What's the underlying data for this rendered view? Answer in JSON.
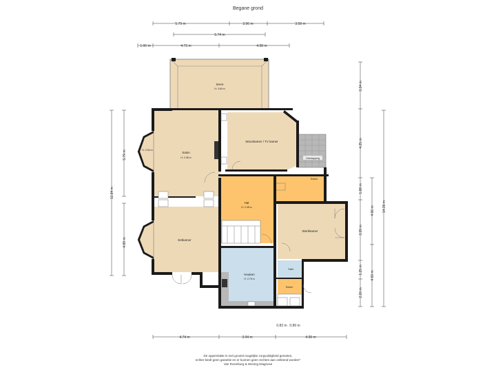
{
  "title": "Begane grond",
  "colors": {
    "beige": "#EED9B7",
    "orange": "#FDC46D",
    "blue": "#CADFEB",
    "wall": "#1a1a1a",
    "stone": "#b8b8b8"
  },
  "dimensions": {
    "top_row1": [
      "5.79 m",
      "3.96 m",
      "3.58 m"
    ],
    "top_row2": [
      "6.74 m"
    ],
    "top_row3": [
      "1.06 m",
      "4.73 m",
      "4.98 m"
    ],
    "left": [
      "11.84 m",
      "5.79 m",
      "4.89 m"
    ],
    "right_row1": [
      "3.34 m",
      "4.25 m",
      "1.88 m",
      "3.99 m",
      "1.25 m",
      "2.20 m"
    ],
    "right_row2": [
      "4.96 m",
      "4.50 m"
    ],
    "right_row3": [
      "14.36 m"
    ],
    "bottom_small": [
      "0.83 m",
      "0.89 m"
    ],
    "bottom": [
      "4.74 m",
      "3.94 m",
      "4.98 m"
    ]
  },
  "rooms": {
    "serre": {
      "name": "Serre",
      "height": "H: 2.60 m"
    },
    "salon": {
      "name": "Salon",
      "height": "H: 2.38 m"
    },
    "bay_salon": {
      "height": "H: 2.54 m"
    },
    "woonkamer_tv": {
      "name": "Woonkamer / TV kamer"
    },
    "overkapping": {
      "name": "Overkapping"
    },
    "entree": {
      "name": "Entree"
    },
    "hal": {
      "name": "Hal",
      "height": "H: 2.48 m"
    },
    "eetkamer": {
      "name": "Eetkamer"
    },
    "werkkamer": {
      "name": "Werkkamer"
    },
    "toilet": {
      "name": "Toilet"
    },
    "keuken": {
      "name": "Keuken",
      "height": "H: 2.75 m"
    },
    "entree2": {
      "name": "Entree"
    }
  },
  "disclaimer": [
    "De oppervlakte is met grootst mogelijke zorgvuldigheid gemeten,",
    "echter biedt geen garantie en er kunnen geen rechten aan ontleend worden*",
    "Van Rosmburg & Woning Diagnose"
  ]
}
